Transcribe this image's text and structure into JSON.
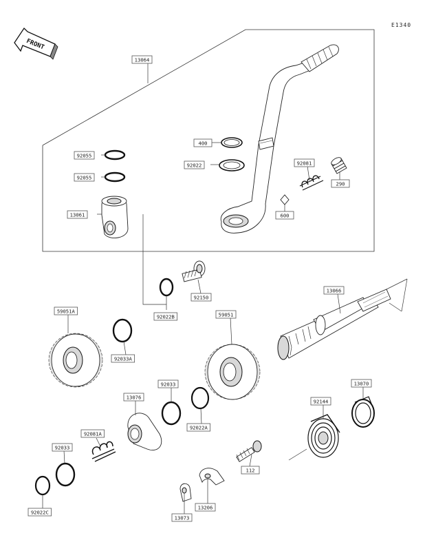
{
  "diagram_code": "E1340",
  "front_label": "FRONT",
  "parts": [
    {
      "id": "p13064",
      "label": "13064"
    },
    {
      "id": "p92055a",
      "label": "92055"
    },
    {
      "id": "p92055b",
      "label": "92055"
    },
    {
      "id": "p13061",
      "label": "13061"
    },
    {
      "id": "p400",
      "label": "400"
    },
    {
      "id": "p92022",
      "label": "92022"
    },
    {
      "id": "p92081",
      "label": "92081"
    },
    {
      "id": "p290",
      "label": "290"
    },
    {
      "id": "p600",
      "label": "600"
    },
    {
      "id": "p92150",
      "label": "92150"
    },
    {
      "id": "p92022B",
      "label": "92022B"
    },
    {
      "id": "p13066",
      "label": "13066"
    },
    {
      "id": "p59051A",
      "label": "59051A"
    },
    {
      "id": "p92033A",
      "label": "92033A"
    },
    {
      "id": "p59051",
      "label": "59051"
    },
    {
      "id": "p92033",
      "label": "92033"
    },
    {
      "id": "p13076",
      "label": "13076"
    },
    {
      "id": "p92022A",
      "label": "92022A"
    },
    {
      "id": "p13070",
      "label": "13070"
    },
    {
      "id": "p92144",
      "label": "92144"
    },
    {
      "id": "p92081A",
      "label": "92081A"
    },
    {
      "id": "p92033b",
      "label": "92033"
    },
    {
      "id": "p92022C",
      "label": "92022C"
    },
    {
      "id": "p112",
      "label": "112"
    },
    {
      "id": "p13206",
      "label": "13206"
    },
    {
      "id": "p13073",
      "label": "13073"
    }
  ]
}
